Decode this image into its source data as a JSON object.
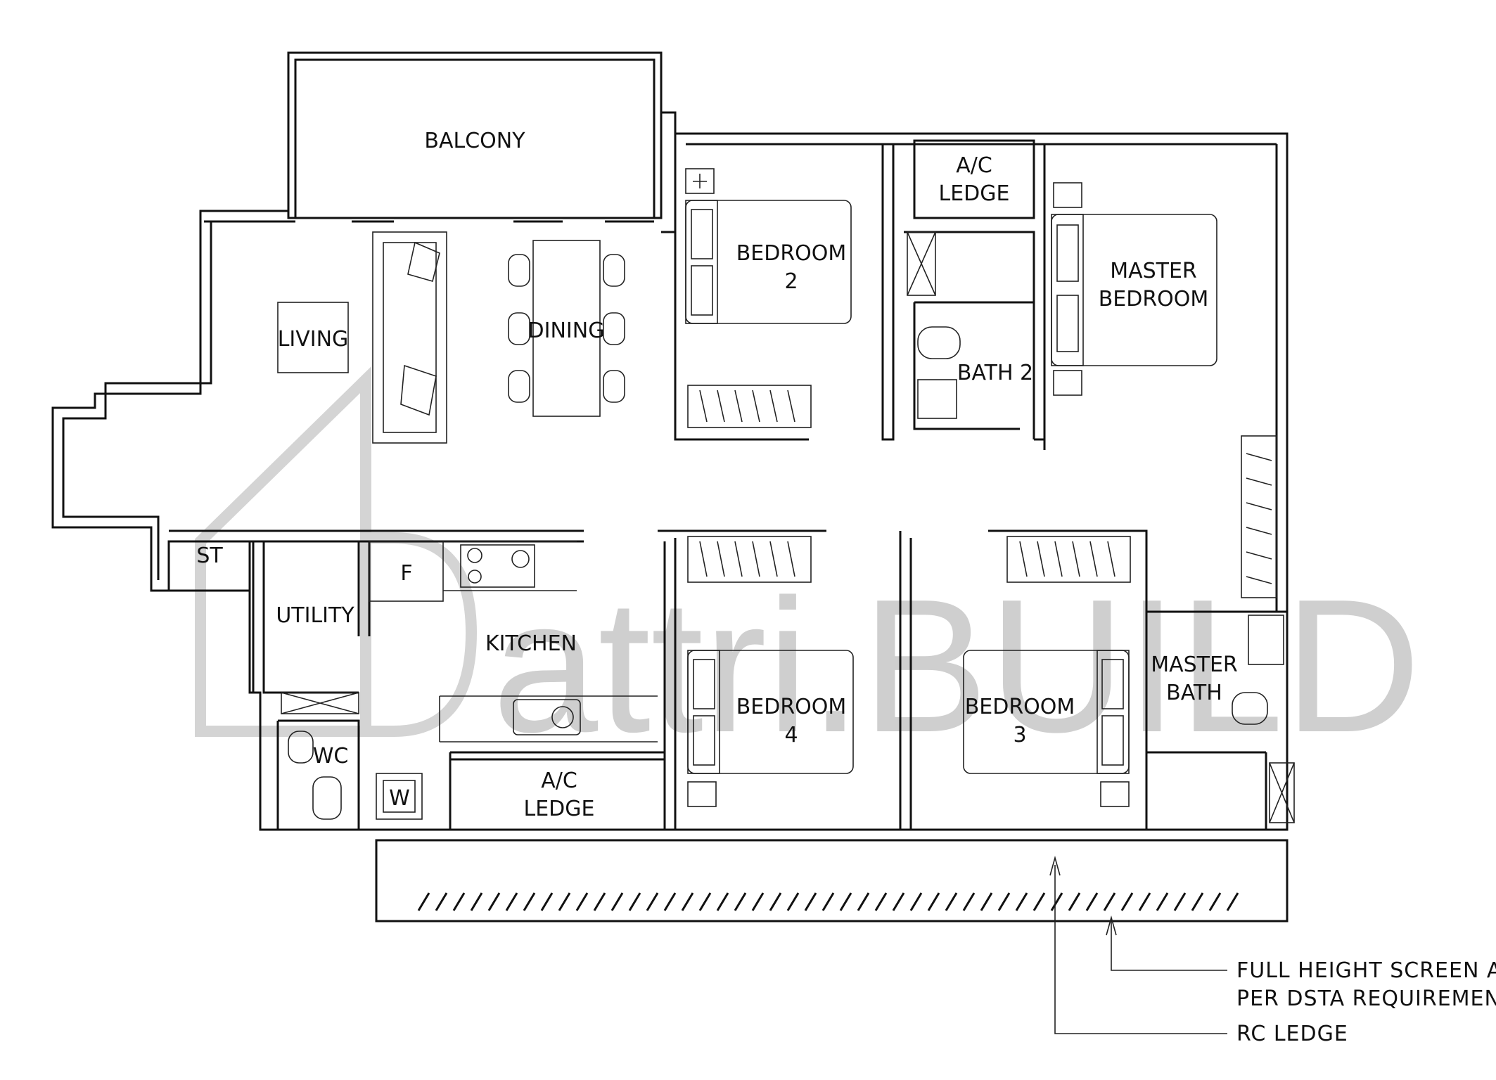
{
  "plan": {
    "rooms": {
      "balcony": "BALCONY",
      "living": "LIVING",
      "dining": "DINING",
      "bedroom2_line1": "BEDROOM",
      "bedroom2_line2": "2",
      "ac_ledge_top_line1": "A/C",
      "ac_ledge_top_line2": "LEDGE",
      "master_bedroom_line1": "MASTER",
      "master_bedroom_line2": "BEDROOM",
      "bath2": "BATH 2",
      "st": "ST",
      "utility": "UTILITY",
      "fridge": "F",
      "kitchen": "KITCHEN",
      "wc": "WC",
      "washer": "W",
      "ac_ledge_bottom_line1": "A/C",
      "ac_ledge_bottom_line2": "LEDGE",
      "bedroom4_line1": "BEDROOM",
      "bedroom4_line2": "4",
      "bedroom3_line1": "BEDROOM",
      "bedroom3_line2": "3",
      "master_bath_line1": "MASTER",
      "master_bath_line2": "BATH"
    },
    "notes": {
      "screen_line1": "FULL HEIGHT SCREEN AS",
      "screen_line2": "PER DSTA REQUIREMENTS",
      "rc_ledge": "RC LEDGE"
    },
    "watermark": "attri.BUILD"
  }
}
